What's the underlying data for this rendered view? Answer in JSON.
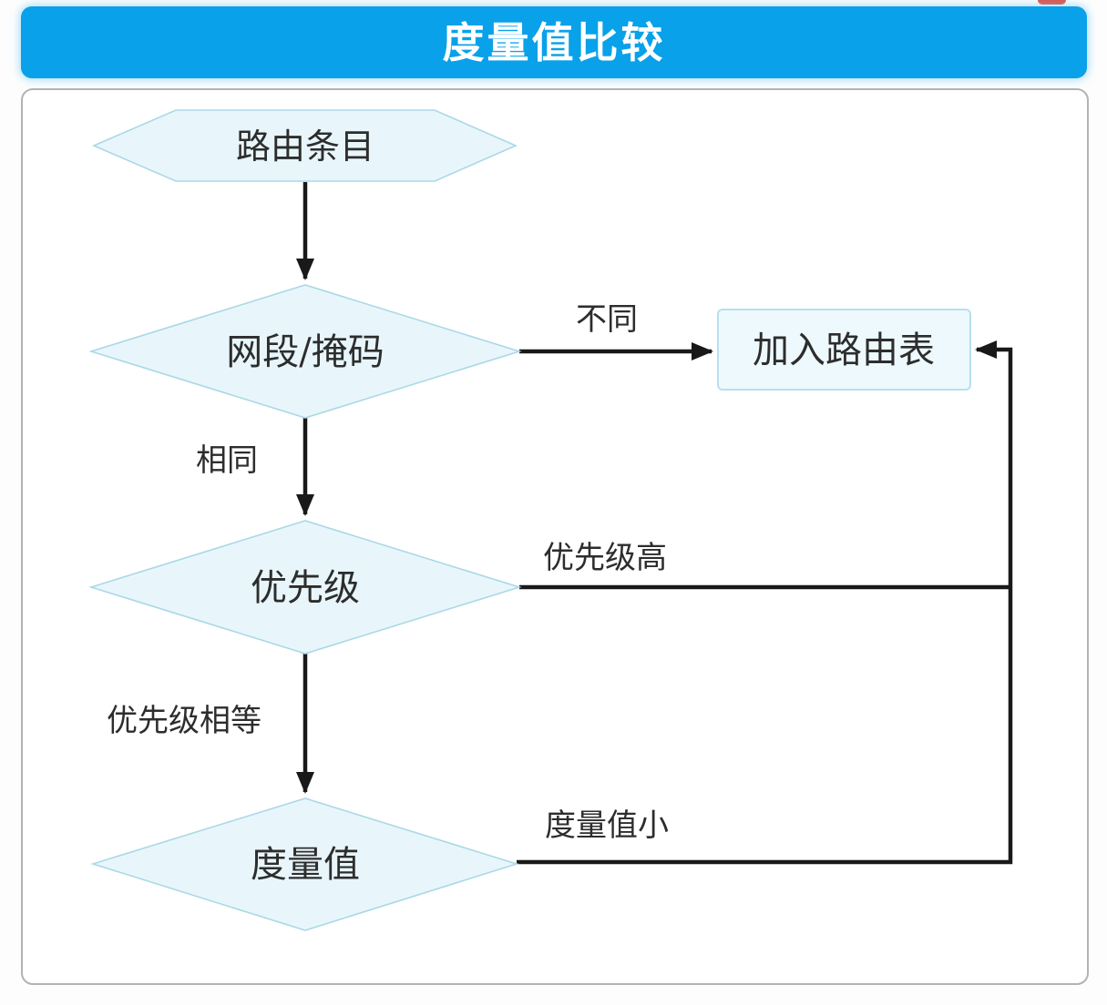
{
  "page": {
    "title": "度量值比较"
  },
  "diagram": {
    "nodes": [
      {
        "id": "route-entry",
        "type": "hexagon",
        "label": "路由条目"
      },
      {
        "id": "network-mask",
        "type": "diamond",
        "label": "网段/掩码"
      },
      {
        "id": "priority",
        "type": "diamond",
        "label": "优先级"
      },
      {
        "id": "metric",
        "type": "diamond",
        "label": "度量值"
      },
      {
        "id": "add-routing-table",
        "type": "rectangle",
        "label": "加入路由表"
      }
    ],
    "edge_labels": [
      {
        "id": "different",
        "label": "不同"
      },
      {
        "id": "same",
        "label": "相同"
      },
      {
        "id": "priority-high",
        "label": "优先级高"
      },
      {
        "id": "priority-equal",
        "label": "优先级相等"
      },
      {
        "id": "metric-small",
        "label": "度量值小"
      }
    ],
    "colors": {
      "title_bar": "#09a1e9",
      "node_fill": "#e8f6fb",
      "node_border": "#abd8e6",
      "rect_fill": "#edf9fd",
      "rect_border": "#b7e0ee",
      "line": "#191919",
      "label_text": "#2d2d2d",
      "panel_border": "#b3b3b3",
      "red_fragment": "#e05348"
    }
  }
}
